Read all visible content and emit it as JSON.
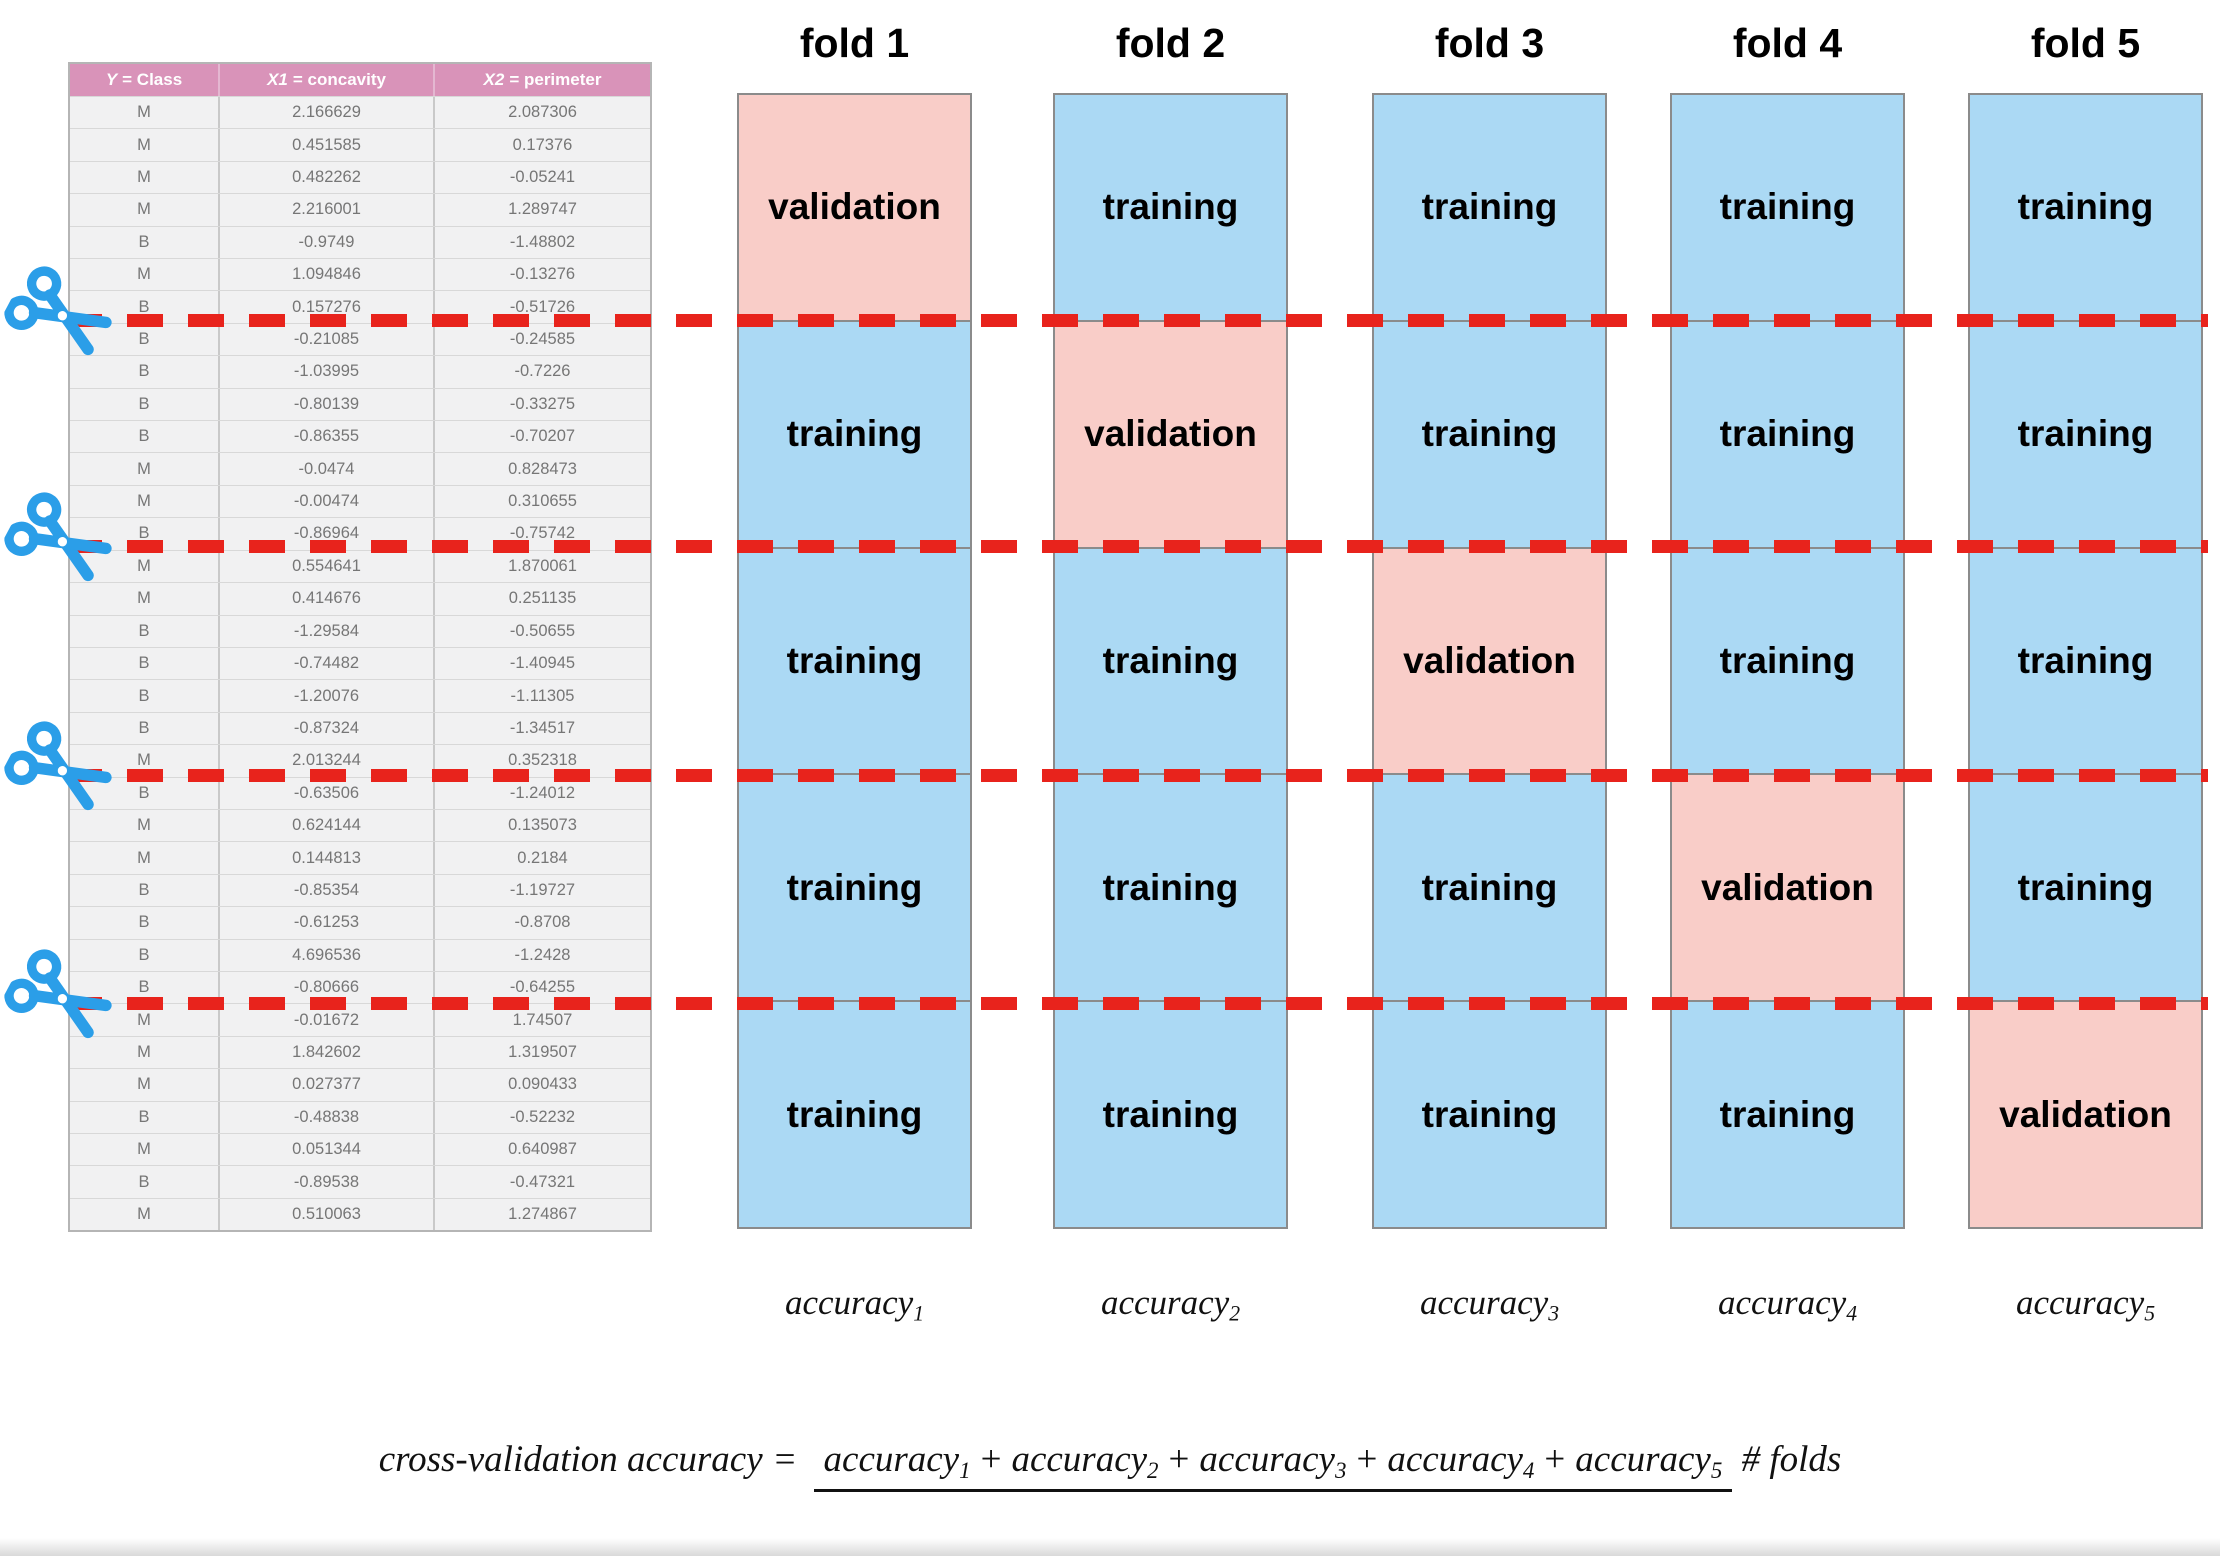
{
  "colors": {
    "validation_bg": "#f9cdc8",
    "training_bg": "#abd9f4",
    "cut_line": "#e8231c",
    "scissors": "#2b9ee8",
    "table_header_bg": "#d993b9"
  },
  "table": {
    "headers": [
      {
        "variable": "Y",
        "label": "= Class"
      },
      {
        "variable": "X1",
        "label": "= concavity"
      },
      {
        "variable": "X2",
        "label": "= perimeter"
      }
    ],
    "rows": [
      [
        "M",
        "2.166629",
        "2.087306"
      ],
      [
        "M",
        "0.451585",
        "0.17376"
      ],
      [
        "M",
        "0.482262",
        "-0.05241"
      ],
      [
        "M",
        "2.216001",
        "1.289747"
      ],
      [
        "B",
        "-0.9749",
        "-1.48802"
      ],
      [
        "M",
        "1.094846",
        "-0.13276"
      ],
      [
        "B",
        "0.157276",
        "-0.51726"
      ],
      [
        "B",
        "-0.21085",
        "-0.24585"
      ],
      [
        "B",
        "-1.03995",
        "-0.7226"
      ],
      [
        "B",
        "-0.80139",
        "-0.33275"
      ],
      [
        "B",
        "-0.86355",
        "-0.70207"
      ],
      [
        "M",
        "-0.0474",
        "0.828473"
      ],
      [
        "M",
        "-0.00474",
        "0.310655"
      ],
      [
        "B",
        "-0.86964",
        "-0.75742"
      ],
      [
        "M",
        "0.554641",
        "1.870061"
      ],
      [
        "M",
        "0.414676",
        "0.251135"
      ],
      [
        "B",
        "-1.29584",
        "-0.50655"
      ],
      [
        "B",
        "-0.74482",
        "-1.40945"
      ],
      [
        "B",
        "-1.20076",
        "-1.11305"
      ],
      [
        "B",
        "-0.87324",
        "-1.34517"
      ],
      [
        "M",
        "2.013244",
        "0.352318"
      ],
      [
        "B",
        "-0.63506",
        "-1.24012"
      ],
      [
        "M",
        "0.624144",
        "0.135073"
      ],
      [
        "M",
        "0.144813",
        "0.2184"
      ],
      [
        "B",
        "-0.85354",
        "-1.19727"
      ],
      [
        "B",
        "-0.61253",
        "-0.8708"
      ],
      [
        "B",
        "4.696536",
        "-1.2428"
      ],
      [
        "B",
        "-0.80666",
        "-0.64255"
      ],
      [
        "M",
        "-0.01672",
        "1.74507"
      ],
      [
        "M",
        "1.842602",
        "1.319507"
      ],
      [
        "M",
        "0.027377",
        "0.090433"
      ],
      [
        "B",
        "-0.48838",
        "-0.52232"
      ],
      [
        "M",
        "0.051344",
        "0.640987"
      ],
      [
        "B",
        "-0.89538",
        "-0.47321"
      ],
      [
        "M",
        "0.510063",
        "1.274867"
      ]
    ]
  },
  "cell_labels": {
    "training": "training",
    "validation": "validation"
  },
  "folds": [
    {
      "name": "fold 1",
      "validation_block": 0,
      "accuracy_base": "accuracy",
      "accuracy_sub": "1"
    },
    {
      "name": "fold 2",
      "validation_block": 1,
      "accuracy_base": "accuracy",
      "accuracy_sub": "2"
    },
    {
      "name": "fold 3",
      "validation_block": 2,
      "accuracy_base": "accuracy",
      "accuracy_sub": "3"
    },
    {
      "name": "fold 4",
      "validation_block": 3,
      "accuracy_base": "accuracy",
      "accuracy_sub": "4"
    },
    {
      "name": "fold 5",
      "validation_block": 4,
      "accuracy_base": "accuracy",
      "accuracy_sub": "5"
    }
  ],
  "formula": {
    "lhs": "cross-validation accuracy",
    "equals": "=",
    "plus": "+",
    "numerator_terms": [
      {
        "base": "accuracy",
        "sub": "1"
      },
      {
        "base": "accuracy",
        "sub": "2"
      },
      {
        "base": "accuracy",
        "sub": "3"
      },
      {
        "base": "accuracy",
        "sub": "4"
      },
      {
        "base": "accuracy",
        "sub": "5"
      }
    ],
    "denominator": "# folds"
  }
}
